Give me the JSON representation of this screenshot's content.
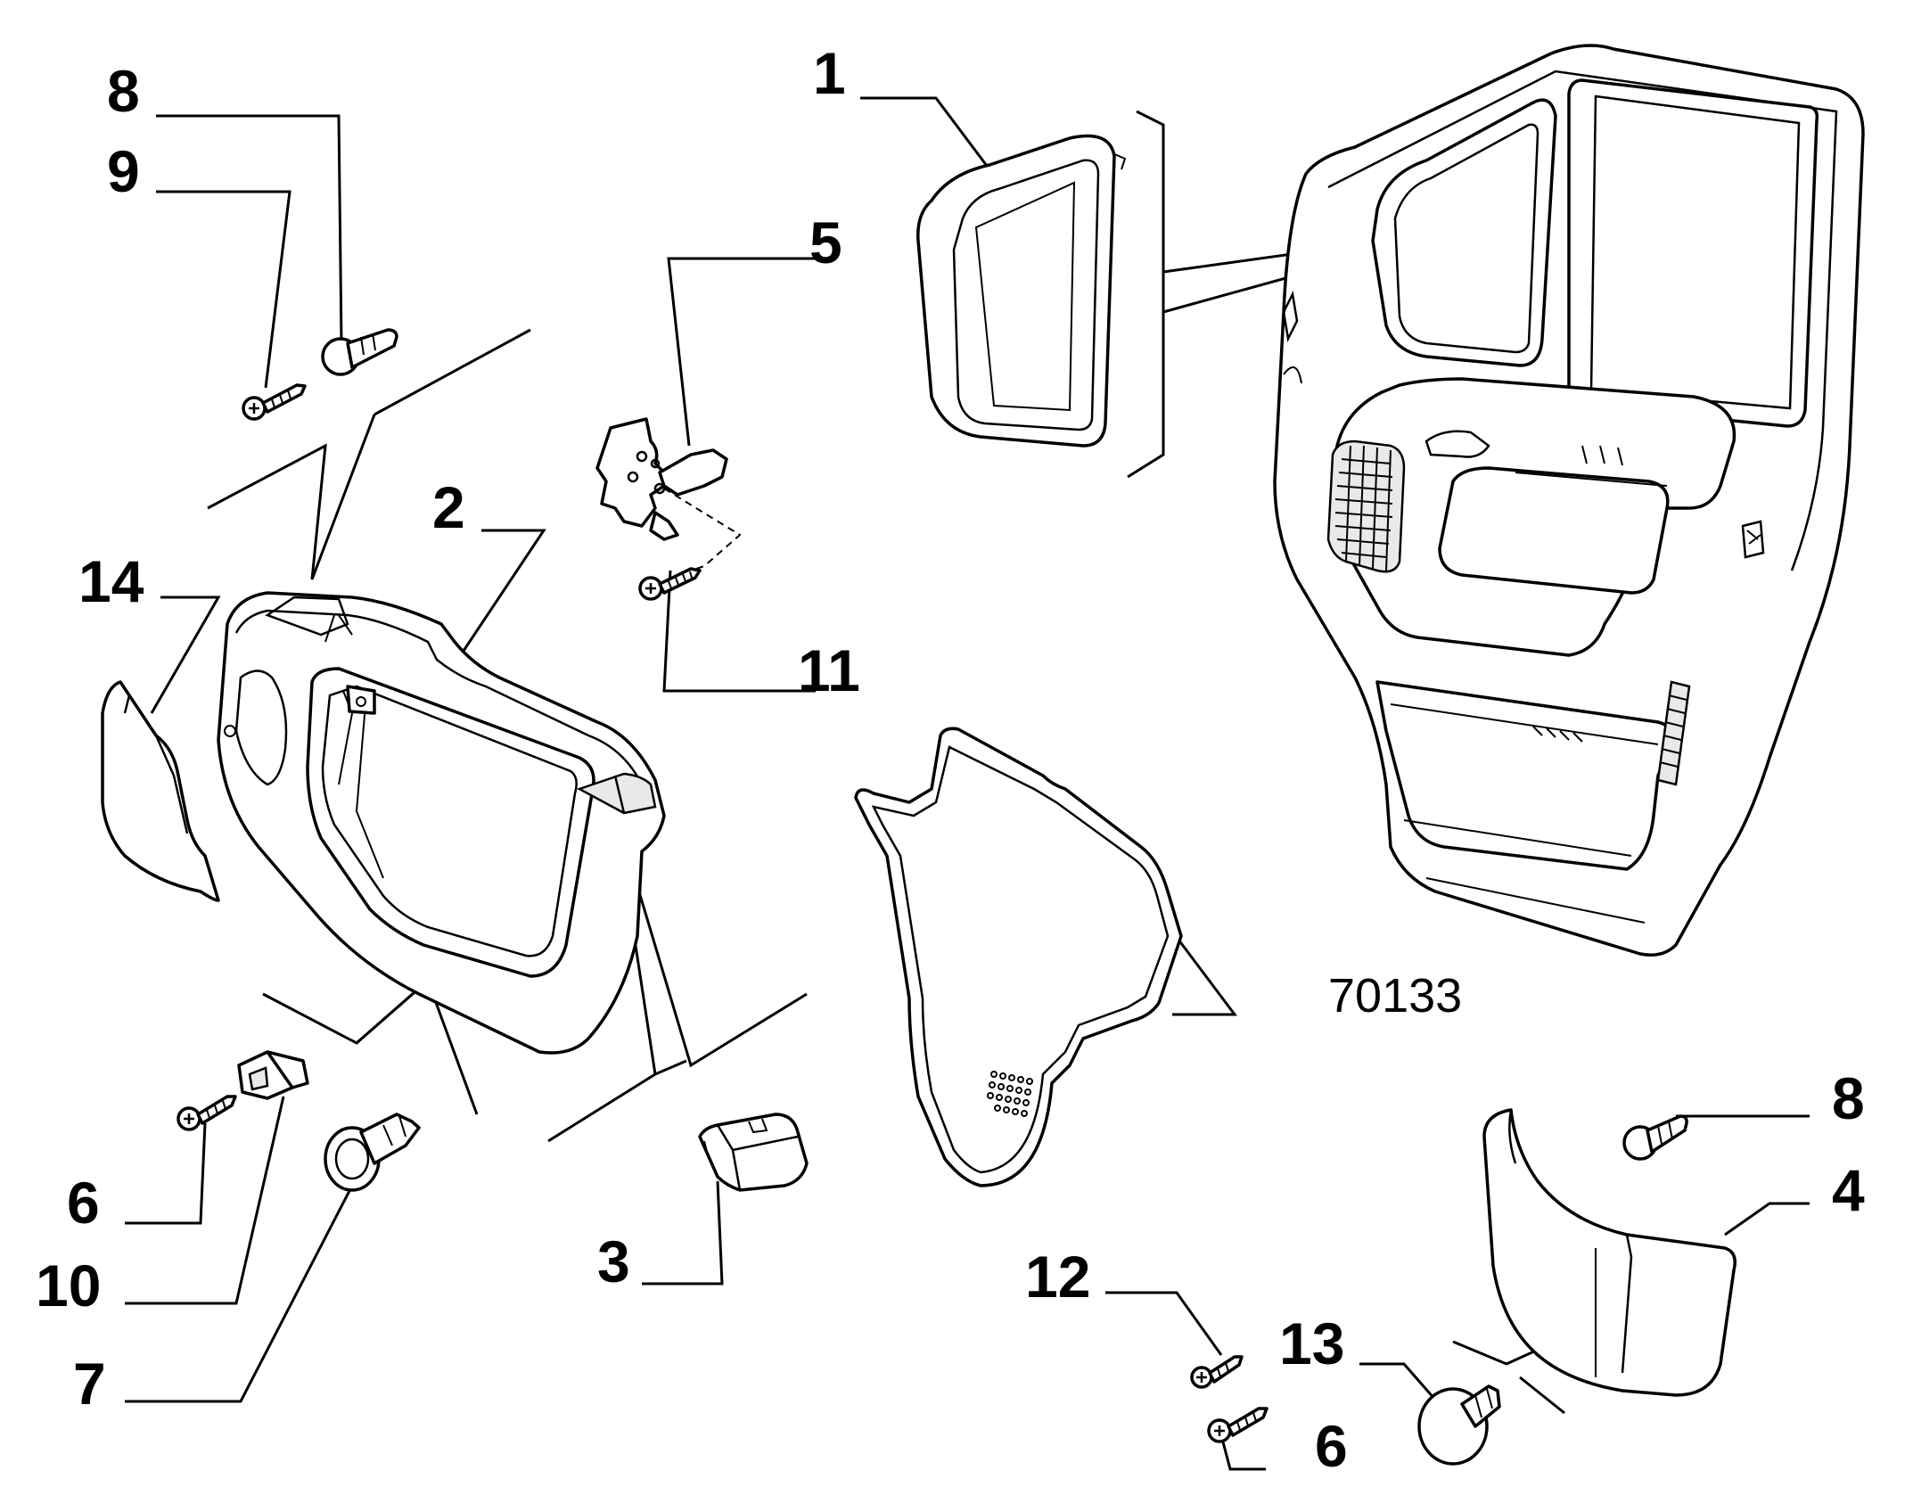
{
  "diagram": {
    "callouts": {
      "c1": "1",
      "c2": "2",
      "c3": "3",
      "c4": "4",
      "c5": "5",
      "c6a": "6",
      "c6b": "6",
      "c7": "7",
      "c8a": "8",
      "c8b": "8",
      "c9": "9",
      "c10": "10",
      "c11": "11",
      "c12": "12",
      "c13": "13",
      "c14": "14",
      "c70133": "70133"
    }
  }
}
